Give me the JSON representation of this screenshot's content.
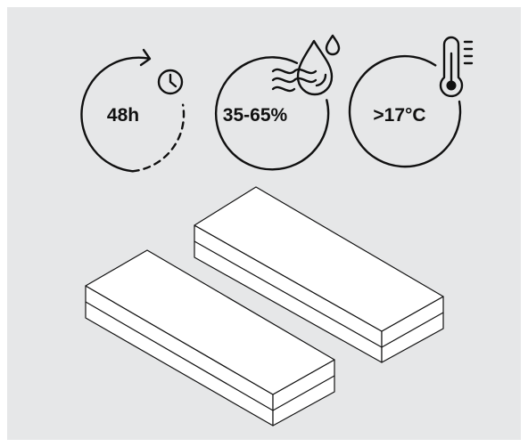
{
  "conditions": [
    {
      "label": "48h",
      "icon": "clock-icon"
    },
    {
      "label": "35-65%",
      "icon": "humidity-drops-icon"
    },
    {
      "label": ">17°C",
      "icon": "thermometer-icon"
    }
  ],
  "colors": {
    "background": "#e6e7e8",
    "line": "#111111",
    "board_fill": "#ffffff"
  }
}
